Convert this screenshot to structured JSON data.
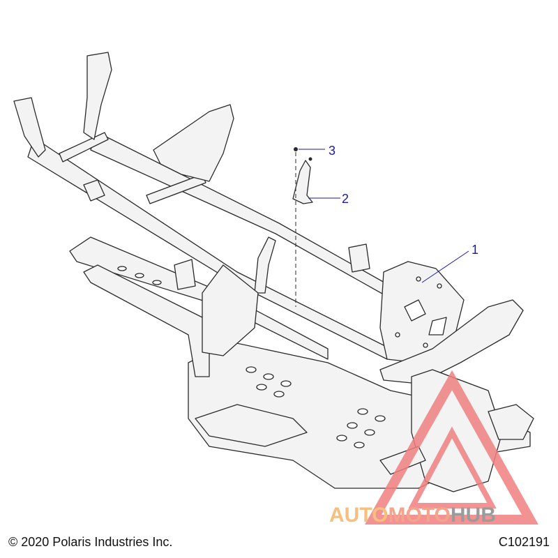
{
  "callouts": [
    {
      "number": "1",
      "part": "frame"
    },
    {
      "number": "2",
      "part": "bracket"
    },
    {
      "number": "3",
      "part": "fastener"
    }
  ],
  "footer": {
    "copyright": "© 2020 Polaris Industries Inc.",
    "drawing_number": "C102191"
  },
  "watermark": {
    "part_1": "AUTO",
    "part_2": "MOTO",
    "part_3": "HUB"
  },
  "colors": {
    "line_art": "#2a2a2a",
    "frame_fill": "#f3f3f3",
    "callout": "#1a1aa8",
    "watermark_triangle": "#f08080",
    "watermark_auto": "#f5b46a",
    "watermark_moto": "#f3947a",
    "watermark_hub": "#8a8a8a"
  }
}
